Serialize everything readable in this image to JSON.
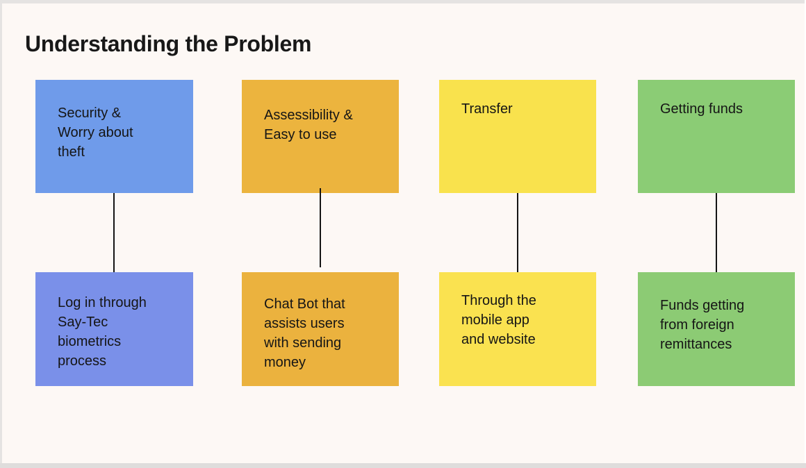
{
  "title": "Understanding the Problem",
  "colors": {
    "background": "#FDF8F5",
    "frame_top": "#E5E3E2",
    "frame_left": "#E5E3E2",
    "frame_bottom": "#DFDDDC",
    "connector": "#141414",
    "title_text": "#181818",
    "note_text": "#151515"
  },
  "columns": [
    {
      "name": "security",
      "color_top": "#6F9BEA",
      "color_bottom": "#7A90E9",
      "top_label": "Security &\nWorry about\ntheft",
      "bottom_label": "Log in through\nSay-Tec\nbiometrics\nprocess"
    },
    {
      "name": "accessibility",
      "color_top": "#ECB43E",
      "color_bottom": "#EBB23E",
      "top_label": "Assessibility &\nEasy to use",
      "bottom_label": "Chat Bot that\nassists users\nwith sending\nmoney"
    },
    {
      "name": "transfer",
      "color_top": "#F9E24D",
      "color_bottom": "#FAE250",
      "top_label": "Transfer",
      "bottom_label": "Through the\nmobile app\nand website"
    },
    {
      "name": "getting-funds",
      "color_top": "#8BCC75",
      "color_bottom": "#8CCB74",
      "top_label": "Getting funds",
      "bottom_label": "Funds getting\nfrom foreign\nremittances"
    }
  ]
}
